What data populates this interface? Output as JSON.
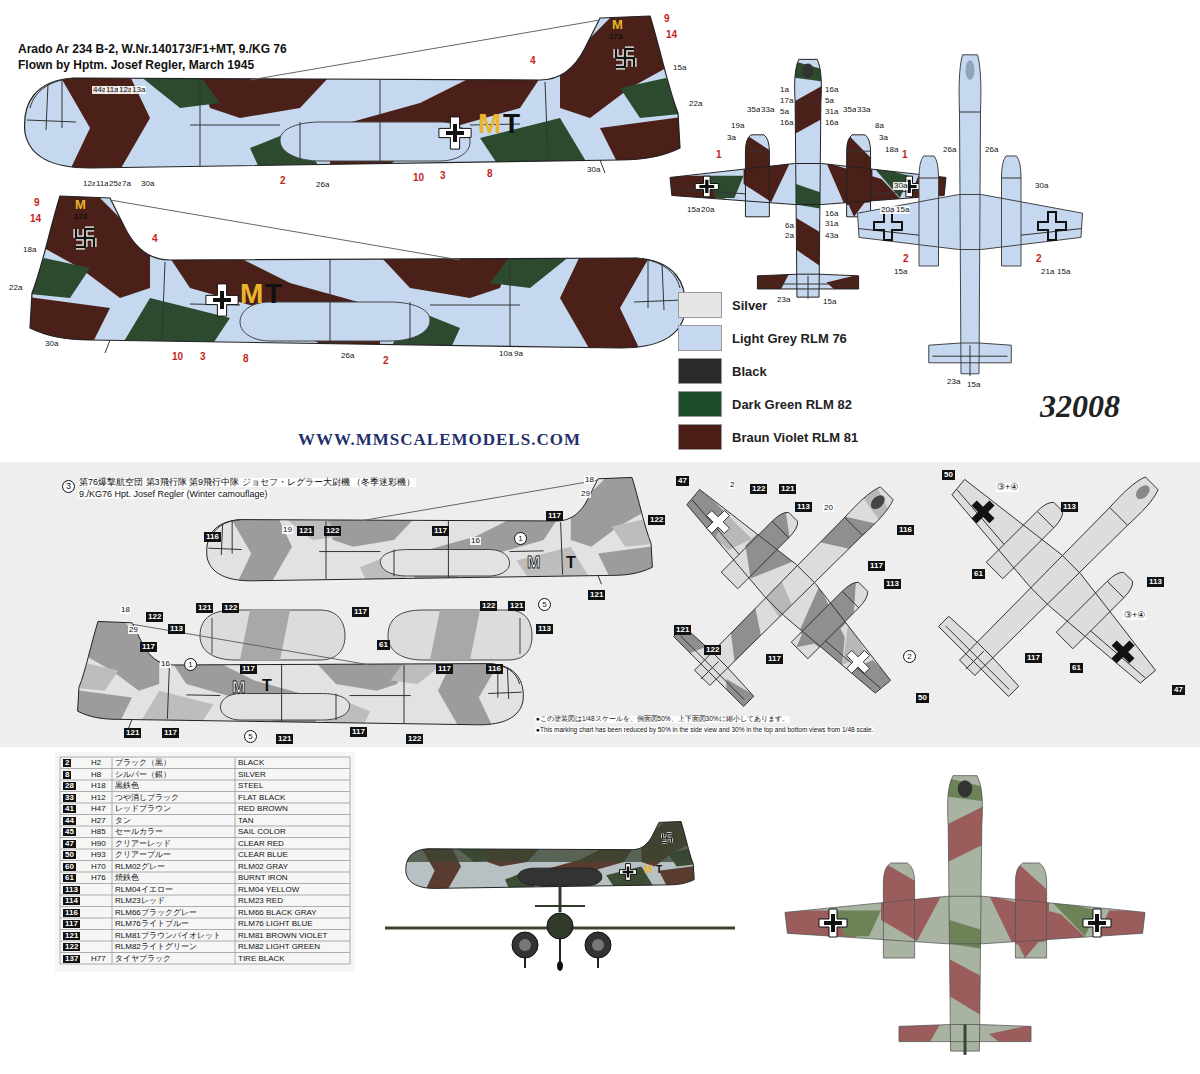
{
  "diagram": {
    "title": "Arado Ar 234 B-2, W.Nr.140173/F1+MT, 9./KG 76",
    "labels": [
      "Flown by Hptm. Josef Regler, March 1945",
      "32008",
      "WWW.MMSCALEMODELS.COM",
      "44a",
      "11a",
      "12a",
      "13a",
      "12a",
      "11a",
      "25a",
      "7a",
      "30a",
      "2",
      "26a",
      "10",
      "3",
      "8",
      "4",
      "9",
      "14",
      "15a",
      "22a",
      "30a",
      "M",
      "T",
      "M",
      "173",
      "9",
      "14",
      "M",
      "173",
      "4",
      "18a",
      "22a",
      "30a",
      "10",
      "3",
      "8",
      "26a",
      "2",
      "10a",
      "9a",
      "M",
      "T",
      "1a",
      "17a",
      "5a",
      "16a",
      "16a",
      "5a",
      "31a",
      "16a",
      "35a",
      "33a",
      "35a",
      "33a",
      "19a",
      "3a",
      "8a",
      "3a",
      "18a",
      "1",
      "1",
      "15a",
      "20a",
      "20a",
      "15a",
      "16a",
      "31a",
      "6a",
      "2a",
      "43a",
      "23a",
      "15a",
      "26a",
      "26a",
      "30a",
      "30a",
      "2",
      "2",
      "15a",
      "21a",
      "15a",
      "23a",
      "15a",
      "3",
      "第76爆撃航空団 第3飛行隊 第9飛行中隊 ジョセフ・レグラー大尉機 （冬季迷彩機）",
      "9./KG76 Hpt. Josef Regler (Winter camouflage)",
      "116",
      "19",
      "121",
      "122",
      "117",
      "16",
      "1",
      "18",
      "29",
      "117",
      "122",
      "121",
      "5",
      "M",
      "T",
      "121",
      "122",
      "113",
      "117",
      "122",
      "121",
      "113",
      "61",
      "117",
      "117",
      "116",
      "18",
      "122",
      "29",
      "117",
      "16",
      "1",
      "121",
      "117",
      "5",
      "121",
      "117",
      "122",
      "M",
      "T",
      "47",
      "2",
      "122",
      "121",
      "113",
      "20",
      "116",
      "117",
      "113",
      "121",
      "122",
      "117",
      "2",
      "50",
      "50",
      "③+④",
      "113",
      "61",
      "113",
      "117",
      "61",
      "③+④",
      "47",
      "●この塗装図は1/48スケールを、側面図50%、上下面図30%に縮小してあります。",
      "●This marking chart has been reduced by 50% in the side view and 30% in the top and bottom views from 1/48 scale.",
      "M",
      "T",
      "2",
      "H2",
      "ブラック（黒）",
      "BLACK",
      "8",
      "H8",
      "シルバー（銀）",
      "SILVER",
      "28",
      "H18",
      "黒鉄色",
      "STEEL",
      "33",
      "H12",
      "つや消しブラック",
      "FLAT BLACK",
      "41",
      "H47",
      "レッドブラウン",
      "RED BROWN",
      "44",
      "H27",
      "タン",
      "TAN",
      "45",
      "H85",
      "セールカラー",
      "SAIL COLOR",
      "47",
      "H90",
      "クリアーレッド",
      "CLEAR RED",
      "50",
      "H93",
      "クリアーブルー",
      "CLEAR BLUE",
      "60",
      "H70",
      "RLM02グレー",
      "RLM02 GRAY",
      "61",
      "H76",
      "焼鉄色",
      "BURNT IRON",
      "113",
      "RLM04イエロー",
      "RLM04 YELLOW",
      "114",
      "RLM23レッド",
      "RLM23 RED",
      "116",
      "RLM66ブラックグレー",
      "RLM66 BLACK GRAY",
      "117",
      "RLM76ライトブルー",
      "RLM76 LIGHT BLUE",
      "121",
      "RLM81ブラウンバイオレット",
      "RLM81 BROWN VIOLET",
      "122",
      "RLM82ライトグリーン",
      "RLM82 LIGHT GREEN",
      "137",
      "H77",
      "タイヤブラック",
      "TIRE BLACK"
    ],
    "legend": [
      {
        "text": "Silver",
        "color": "#e6e6e6"
      },
      {
        "text": "Light Grey RLM 76",
        "color": "#c5d8ef"
      },
      {
        "text": "Black",
        "color": "#2b2b2b"
      },
      {
        "text": "Dark Green RLM 82",
        "color": "#1e4d2b"
      },
      {
        "text": "Braun Violet RLM 81",
        "color": "#4b1f17"
      }
    ]
  }
}
